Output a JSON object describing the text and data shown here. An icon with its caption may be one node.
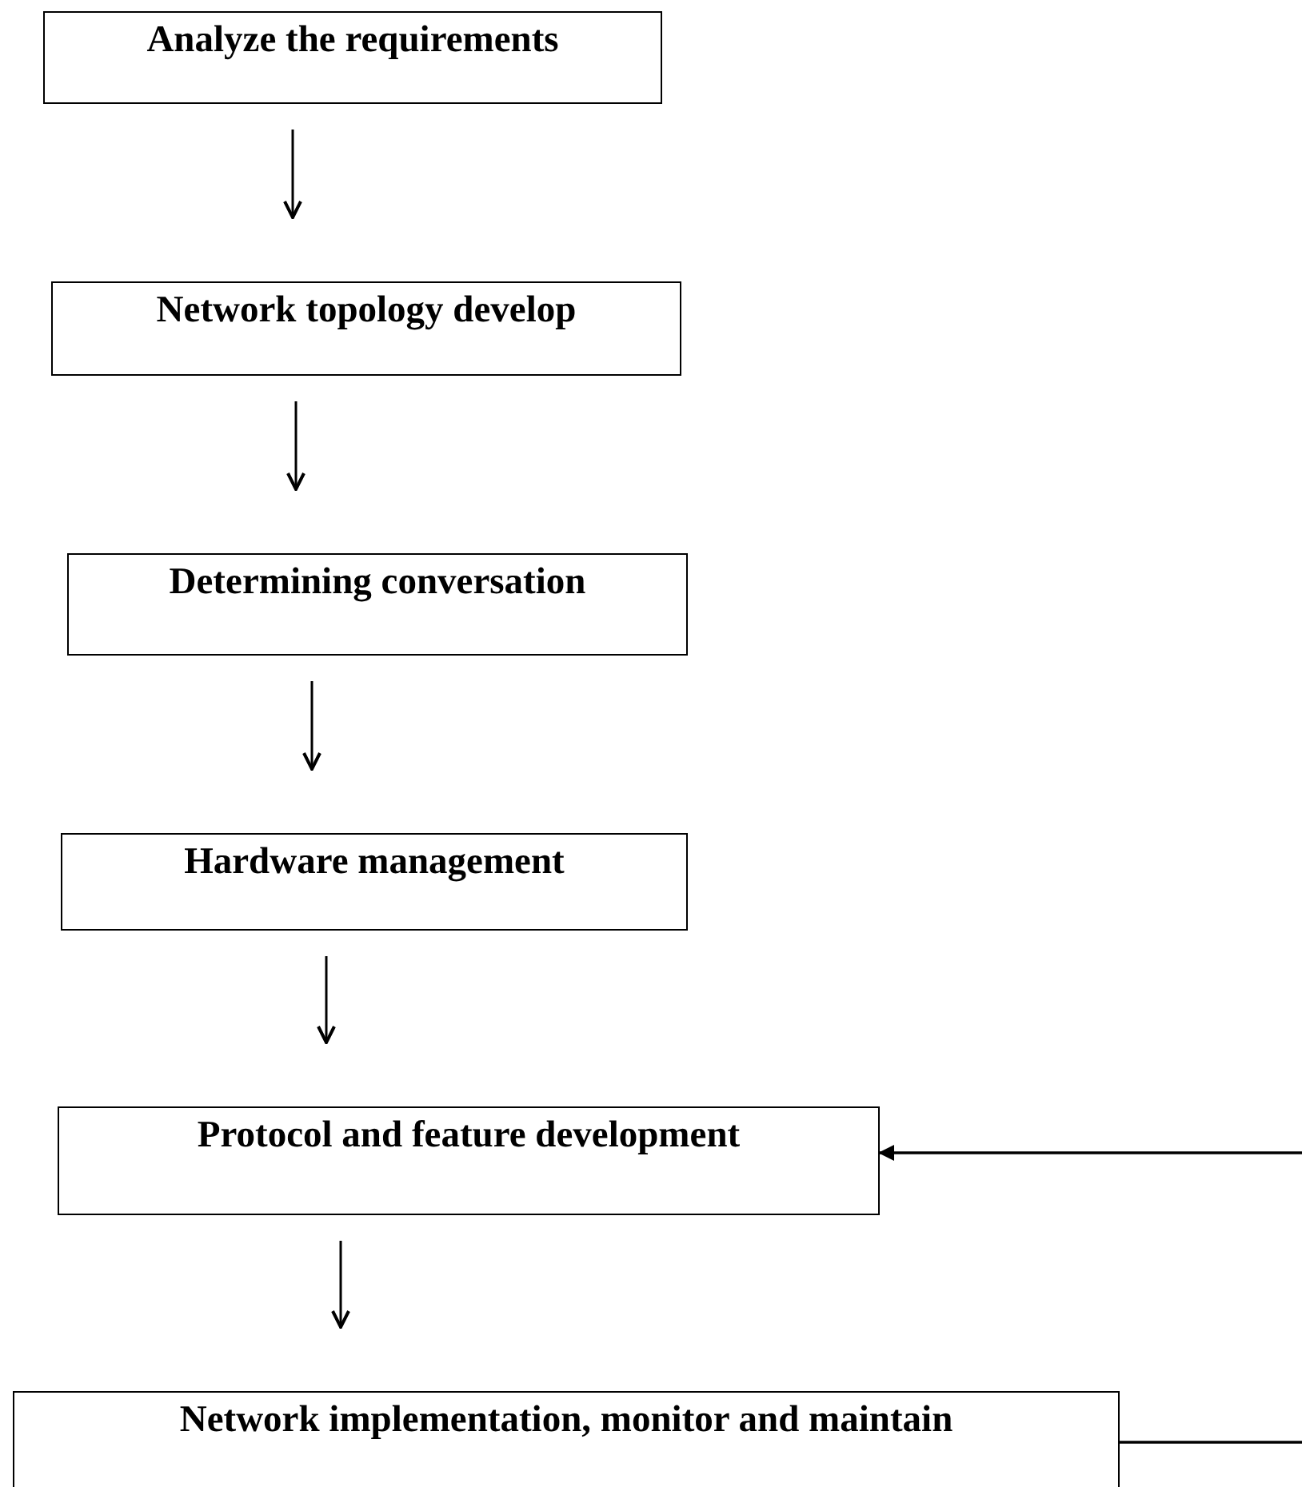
{
  "diagram": {
    "nodes": [
      {
        "text": [
          "Analyze the requirements"
        ]
      },
      {
        "text": [
          "Network topology develop"
        ]
      },
      {
        "text": [
          "Determining conversation"
        ]
      },
      {
        "text": [
          "Hardware management"
        ]
      },
      {
        "text": [
          "Protocol and feature development"
        ]
      },
      {
        "text": [
          "Network implementation, monitor and maintain"
        ]
      }
    ],
    "edges": [
      {
        "from": 0,
        "to": 1,
        "arrow": "to"
      },
      {
        "from": 1,
        "to": 2,
        "arrow": "to"
      },
      {
        "from": 2,
        "to": 3,
        "arrow": "to"
      },
      {
        "from": 3,
        "to": 4,
        "arrow": "to"
      },
      {
        "from": 4,
        "to": 5,
        "arrow": "to"
      },
      {
        "from": 5,
        "to": 4,
        "arrow": "to"
      }
    ]
  }
}
